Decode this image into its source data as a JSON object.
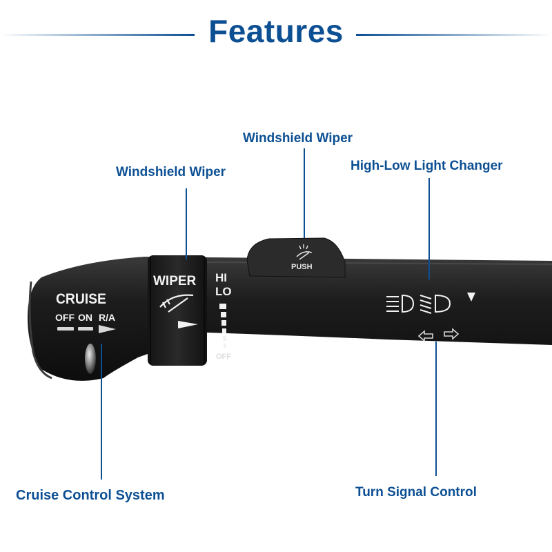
{
  "title": "Features",
  "callouts": {
    "wiper_push": "Windshield Wiper",
    "wiper_ring": "Windshield Wiper",
    "high_low": "High-Low Light Changer",
    "cruise": "Cruise Control System",
    "turn_signal": "Turn Signal Control"
  },
  "stalk_markings": {
    "cruise": "CRUISE",
    "off": "OFF",
    "on": "ON",
    "ra": "R/A",
    "wiper": "WIPER",
    "hi": "HI",
    "lo": "LO",
    "wiper_off": "OFF",
    "push": "PUSH"
  },
  "colors": {
    "accent": "#0c4f93",
    "stalk": "#1b1b1c",
    "marking": "#f2f2f2"
  }
}
